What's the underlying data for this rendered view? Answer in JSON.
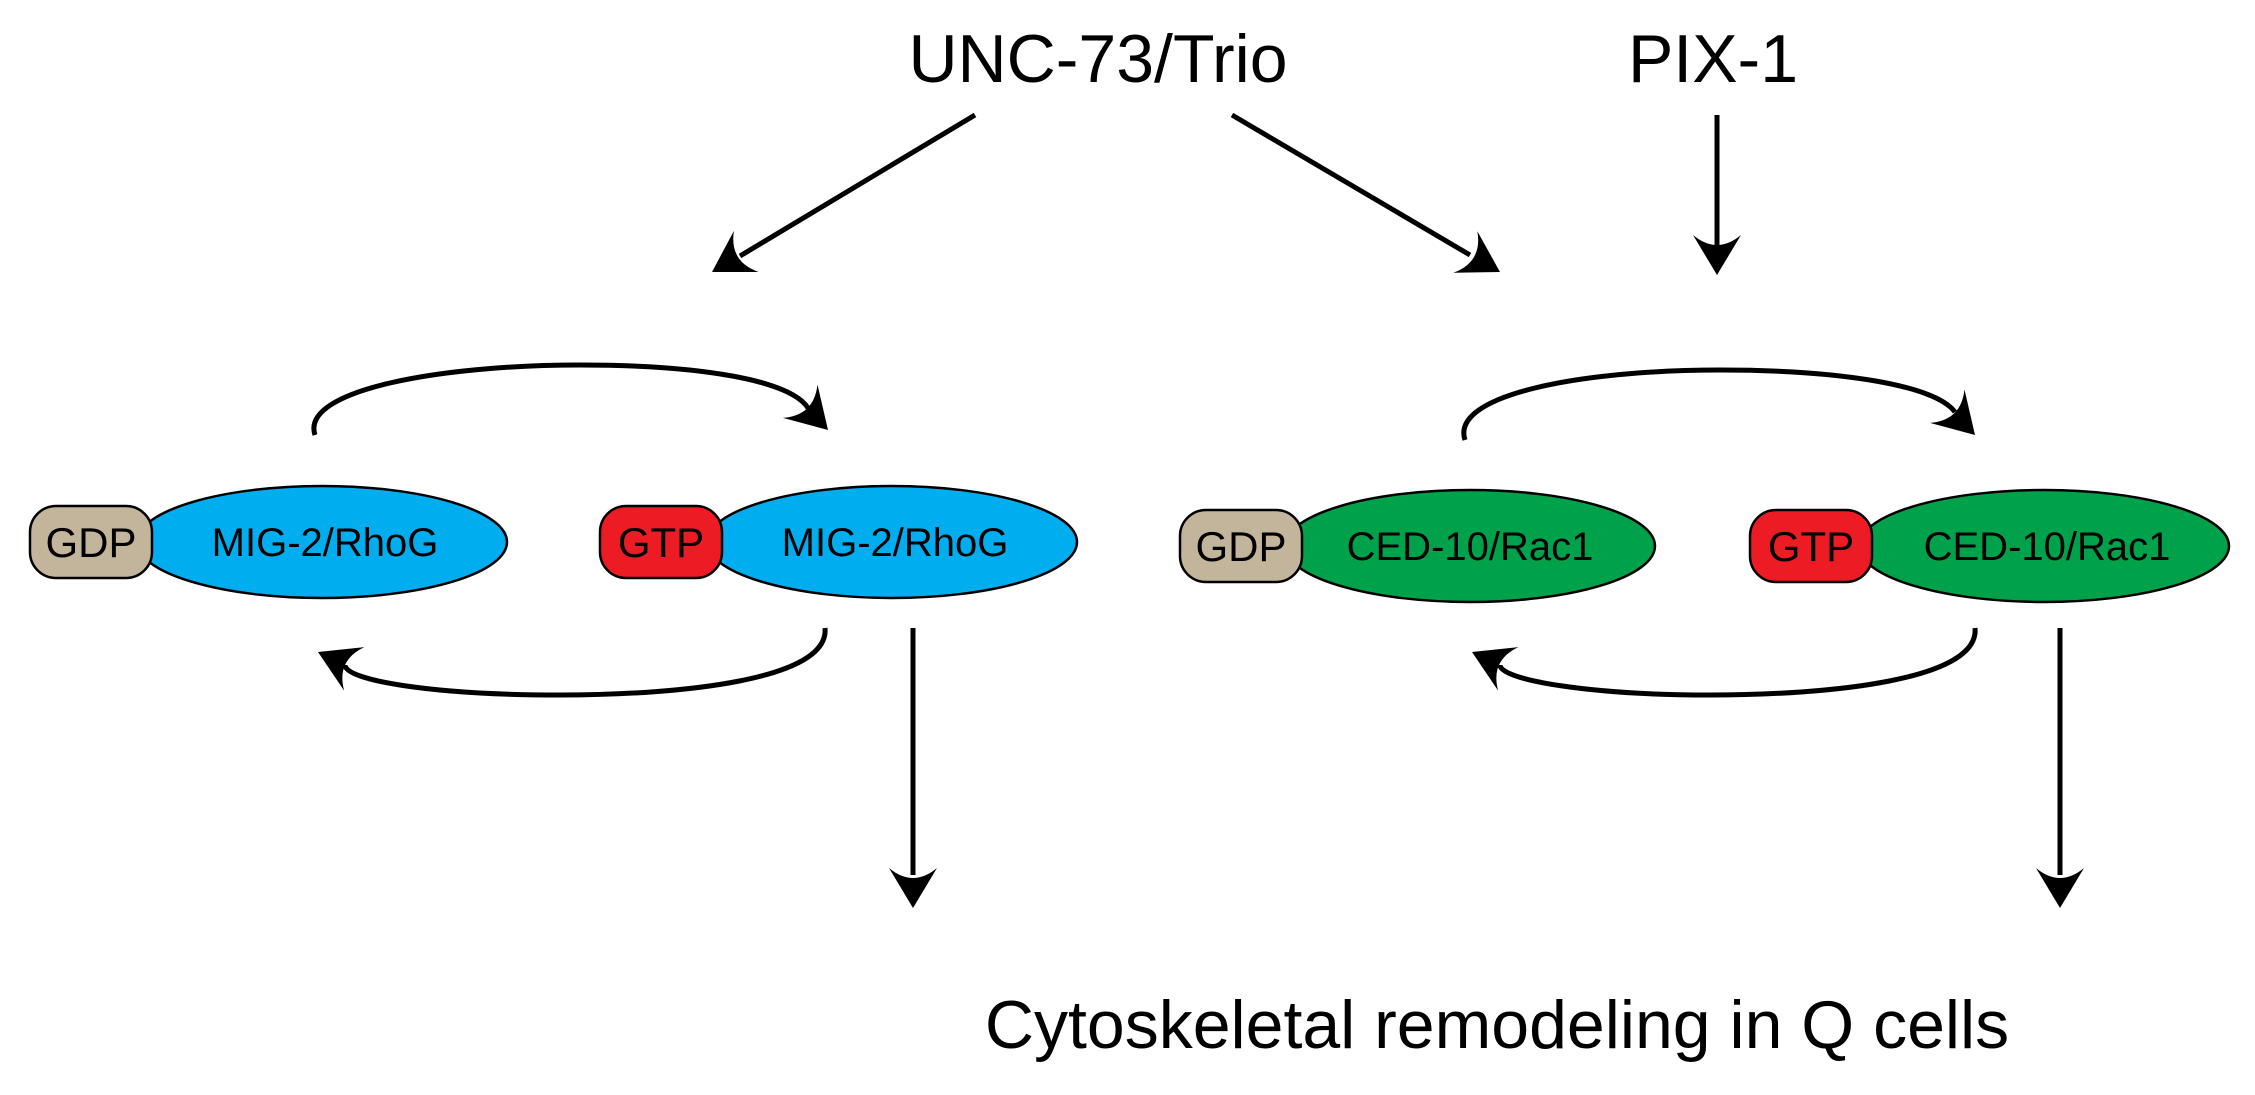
{
  "regulators": {
    "unc73": "UNC-73/Trio",
    "pix1": "PIX-1"
  },
  "left_module": {
    "gdp_tag": "GDP",
    "gtp_tag": "GTP",
    "inactive_label": "MIG-2/RhoG",
    "active_label": "MIG-2/RhoG"
  },
  "right_module": {
    "gdp_tag": "GDP",
    "gtp_tag": "GTP",
    "inactive_label": "CED-10/Rac1",
    "active_label": "CED-10/Rac1"
  },
  "output": {
    "label": "Cytoskeletal remodeling in Q cells"
  },
  "colors": {
    "rhog": "#00aeef",
    "rac1": "#00a14b",
    "gdp": "#c2b59b",
    "gtp": "#ed1c24"
  }
}
